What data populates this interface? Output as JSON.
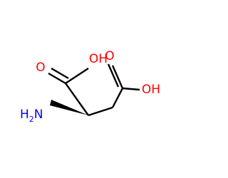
{
  "molecule": {
    "atoms": [
      {
        "id": "o_carbonyl_left",
        "label": "O",
        "color": "#ff0000"
      },
      {
        "id": "oh_top",
        "label": "OH",
        "color": "#ff0000"
      },
      {
        "id": "oh_right",
        "label": "OH",
        "color": "#ff0000"
      },
      {
        "id": "o_carbonyl_right",
        "label": "O",
        "color": "#ff0000"
      },
      {
        "id": "nh2",
        "label": "H",
        "subscript": "2",
        "suffix": "N",
        "color": "#0000ff"
      }
    ],
    "bond_color": "#000000",
    "stereo": "wedge"
  }
}
